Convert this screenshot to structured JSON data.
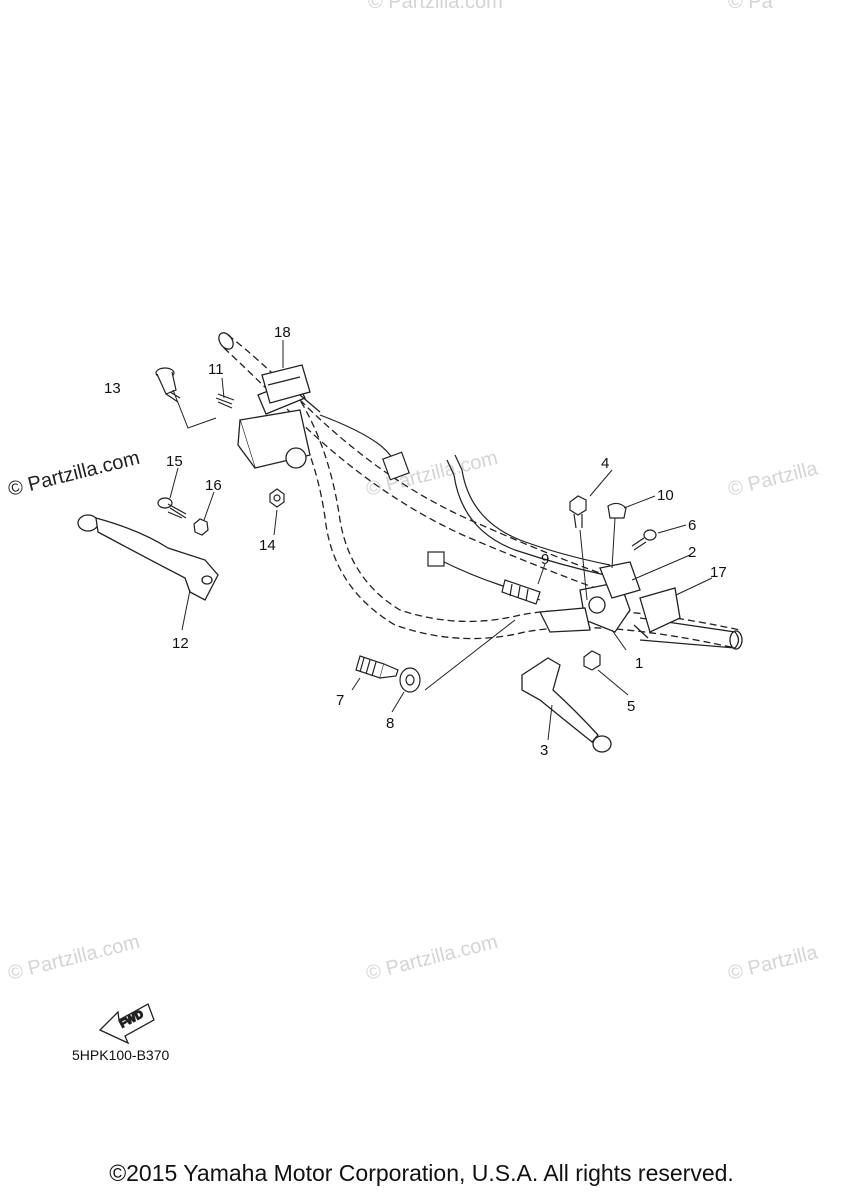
{
  "watermark": {
    "text": "© Partzilla.com",
    "text_short": "© Partzilla",
    "text_partial": "© Pa"
  },
  "callouts": [
    "1",
    "2",
    "3",
    "4",
    "5",
    "6",
    "7",
    "8",
    "9",
    "10",
    "11",
    "12",
    "13",
    "14",
    "15",
    "16",
    "17",
    "18"
  ],
  "diagram_code": "5HPK100-B370",
  "fwd_label": "FWD",
  "copyright": "©2015 Yamaha Motor Corporation, U.S.A. All rights reserved.",
  "colors": {
    "line": "#222222",
    "watermark": "#d4d4d4",
    "background": "#ffffff"
  }
}
